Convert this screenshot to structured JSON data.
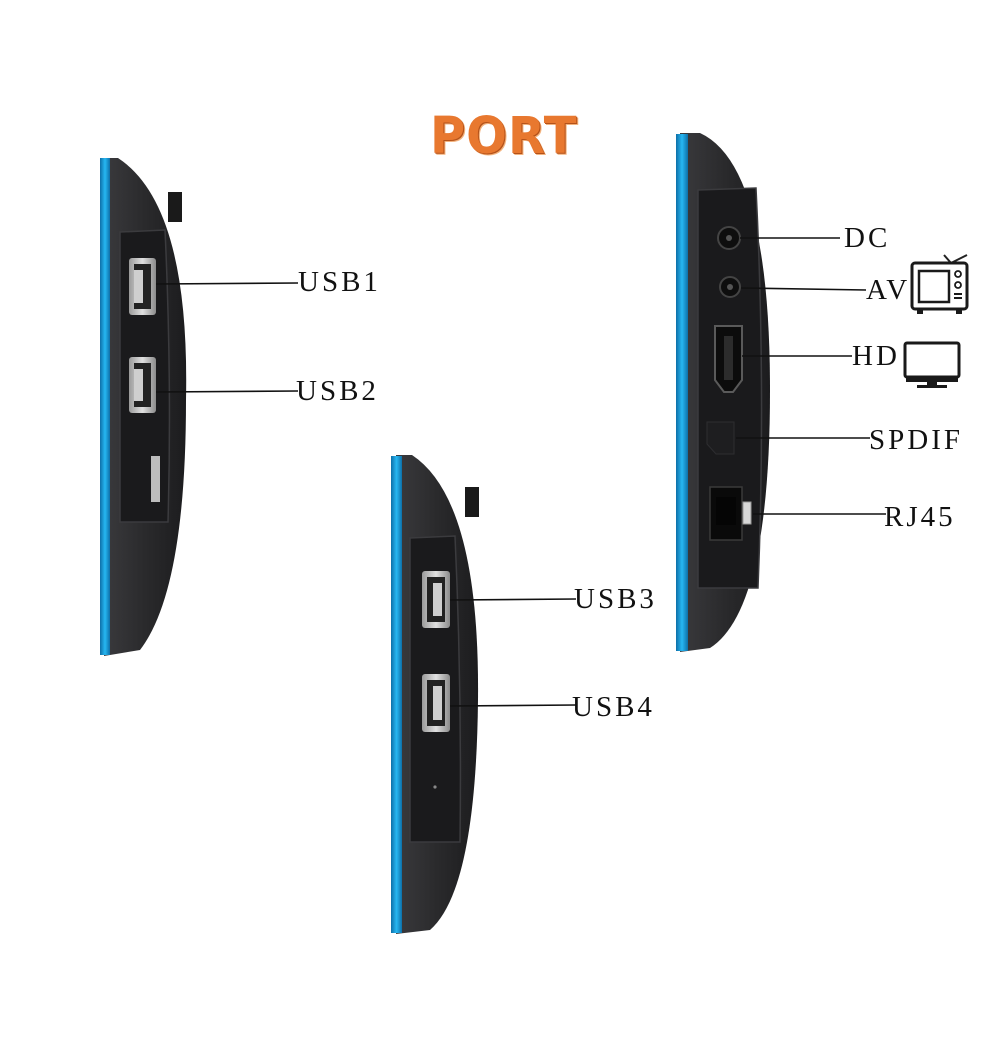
{
  "title": "PORT",
  "labels": {
    "usb1": "USB1",
    "usb2": "USB2",
    "usb3": "USB3",
    "usb4": "USB4",
    "dc": "DC",
    "av": "AV",
    "hd": "HD",
    "spdif": "SPDIF",
    "rj45": "RJ45"
  },
  "colors": {
    "title": "#e8782f",
    "accent_edge": "#1aa7e8",
    "device_body": "#2a2a2c",
    "port_panel": "#161618",
    "leader_line": "#111111"
  },
  "icons": [
    "tv-icon",
    "monitor-icon",
    "usb-port-icon",
    "hdmi-port-icon",
    "ethernet-port-icon"
  ]
}
